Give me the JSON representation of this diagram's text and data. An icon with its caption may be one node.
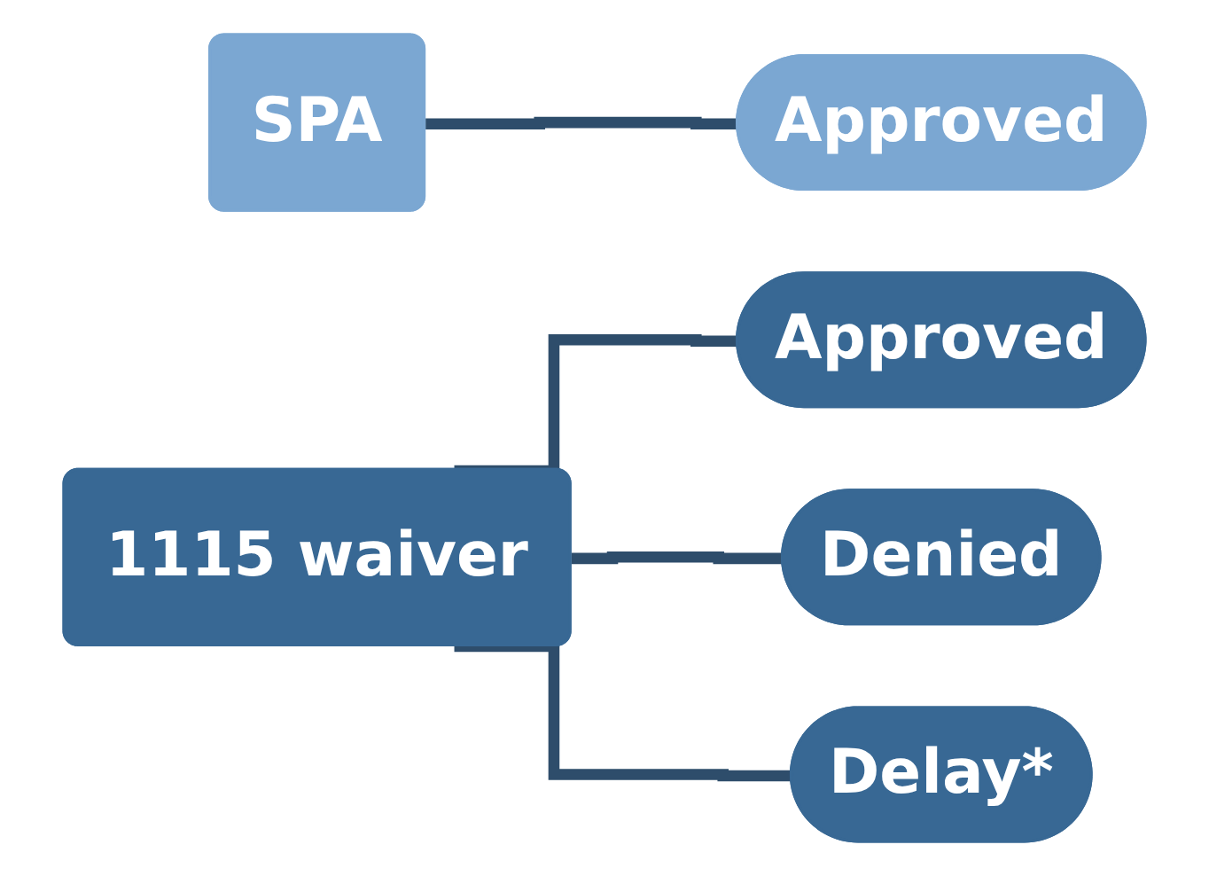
{
  "diagram": {
    "nodes": [
      {
        "text": [
          "SPA"
        ]
      },
      {
        "text": [
          "Approved"
        ]
      },
      {
        "text": [
          "1115 waiver"
        ]
      },
      {
        "text": [
          "Approved"
        ]
      },
      {
        "text": [
          "Denied"
        ]
      },
      {
        "text": [
          "Delay*"
        ]
      }
    ],
    "edges": [
      {
        "from": 0,
        "to": 1,
        "arrow": "none"
      },
      {
        "from": 2,
        "to": 3,
        "arrow": "none"
      },
      {
        "from": 2,
        "to": 4,
        "arrow": "none"
      },
      {
        "from": 2,
        "to": 5,
        "arrow": "none"
      }
    ]
  }
}
